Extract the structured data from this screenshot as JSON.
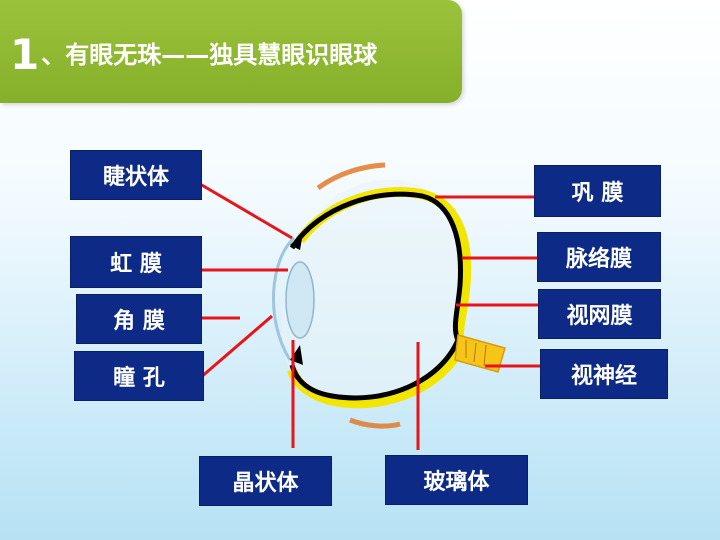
{
  "title": {
    "number": "1",
    "text": "、有眼无珠——独具慧眼识眼球"
  },
  "labels": {
    "ciliary_body": "睫状体",
    "iris": "虹    膜",
    "cornea": "角    膜",
    "pupil": "瞳    孔",
    "lens": "晶状体",
    "vitreous_body": "玻璃体",
    "sclera": "巩    膜",
    "choroid": "脉络膜",
    "retina": "视网膜",
    "optic_nerve": "视神经"
  },
  "colors": {
    "title_bar": "#8db832",
    "label_bg": "#0d2a86",
    "pointer_line": "#e8141a",
    "eye_outline": "#000000",
    "eye_yellow": "#f2e600"
  }
}
